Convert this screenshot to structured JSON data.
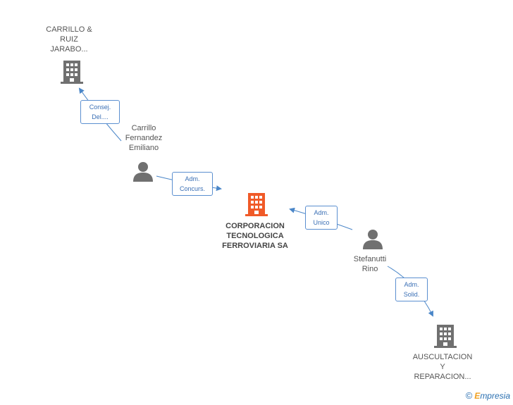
{
  "nodes": {
    "carrillo_ruiz": {
      "label": "CARRILLO &\nRUIZ\nJARABO...",
      "type": "company",
      "color": "#707070"
    },
    "carrillo_fernandez": {
      "label": "Carrillo\nFernandez\nEmiliano",
      "type": "person",
      "color": "#707070"
    },
    "corporacion": {
      "label": "CORPORACION\nTECNOLOGICA\nFERROVIARIA SA",
      "type": "company",
      "color": "#f05a28"
    },
    "stefanutti": {
      "label": "Stefanutti\nRino",
      "type": "person",
      "color": "#707070"
    },
    "auscultacion": {
      "label": "AUSCULTACION\nY\nREPARACION...",
      "type": "company",
      "color": "#707070"
    }
  },
  "relations": {
    "consej": "Consej.\nDel....",
    "adm_concurs": "Adm.\nConcurs.",
    "adm_unico": "Adm.\nUnico",
    "adm_solid": "Adm.\nSolid."
  },
  "colors": {
    "link": "#4a86c8"
  },
  "footer": {
    "copyright": "©",
    "brand_e": "E",
    "brand_rest": "mpresia"
  }
}
